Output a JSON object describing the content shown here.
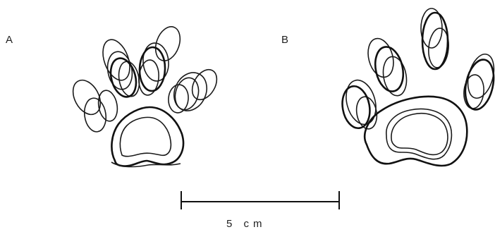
{
  "panels": [
    {
      "label": "A"
    },
    {
      "label": "B"
    }
  ],
  "scale_bar": {
    "label": "5 cm"
  },
  "colors": {
    "ink": "#1a1a1a",
    "paper": "#ffffff"
  }
}
